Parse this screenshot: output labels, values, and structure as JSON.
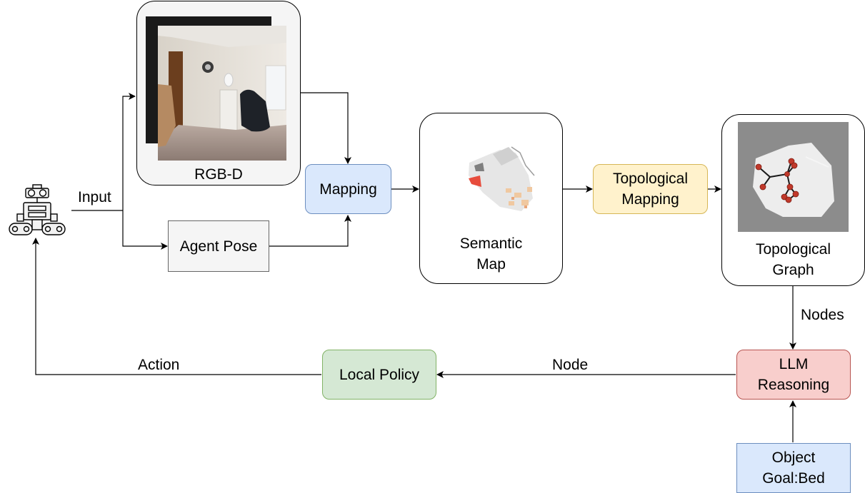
{
  "nodes": {
    "rgbd": "RGB-D",
    "mapping": "Mapping",
    "agent_pose": "Agent Pose",
    "semantic_map": [
      "Semantic",
      "Map"
    ],
    "topological_mapping": [
      "Topological",
      "Mapping"
    ],
    "topological_graph": [
      "Topological",
      "Graph"
    ],
    "llm_reasoning": [
      "LLM",
      "Reasoning"
    ],
    "local_policy": "Local Policy",
    "object_goal": [
      "Object",
      "Goal:Bed"
    ]
  },
  "edges": {
    "input": "Input",
    "action": "Action",
    "node": "Node",
    "nodes": "Nodes"
  },
  "colors": {
    "mapping_fill": "#dae8fc",
    "mapping_stroke": "#6c8ebf",
    "topo_fill": "#fff2cc",
    "topo_stroke": "#d6b656",
    "llm_fill": "#f8cecc",
    "llm_stroke": "#b85450",
    "policy_fill": "#d5e8d4",
    "policy_stroke": "#82b366",
    "goal_fill": "#dae8fc",
    "goal_stroke": "#6c8ebf",
    "pose_fill": "#f5f5f5",
    "pose_stroke": "#666666",
    "rgbd_panel_fill": "#f5f5f5"
  },
  "icons": {
    "robot": "robot-icon",
    "rgbd_image": "indoor-room-photo",
    "semantic_map_image": "semantic-map-image",
    "topological_graph_image": "topological-graph-image"
  }
}
